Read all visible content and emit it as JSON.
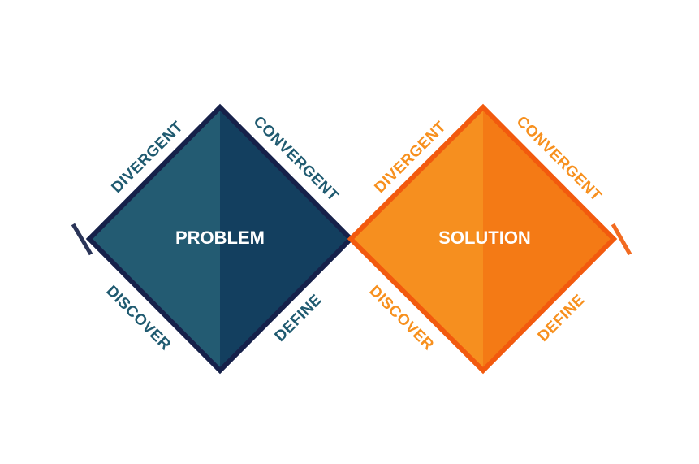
{
  "colors": {
    "problem_left": "#235b72",
    "problem_right": "#133f5f",
    "problem_stroke": "#16214a",
    "problem_text": "#1f5a70",
    "solution_left": "#f68f1f",
    "solution_right": "#f47a15",
    "solution_stroke": "#f25a0e",
    "solution_text": "#f7901e"
  },
  "problem": {
    "title": "PROBLEM",
    "divergent": "DIVERGENT",
    "convergent": "CONVERGENT",
    "discover": "DISCOVER",
    "define": "DEFINE"
  },
  "solution": {
    "title": "SOLUTION",
    "divergent": "DIVERGENT",
    "convergent": "CONVERGENT",
    "discover": "DISCOVER",
    "define": "DEFINE"
  }
}
